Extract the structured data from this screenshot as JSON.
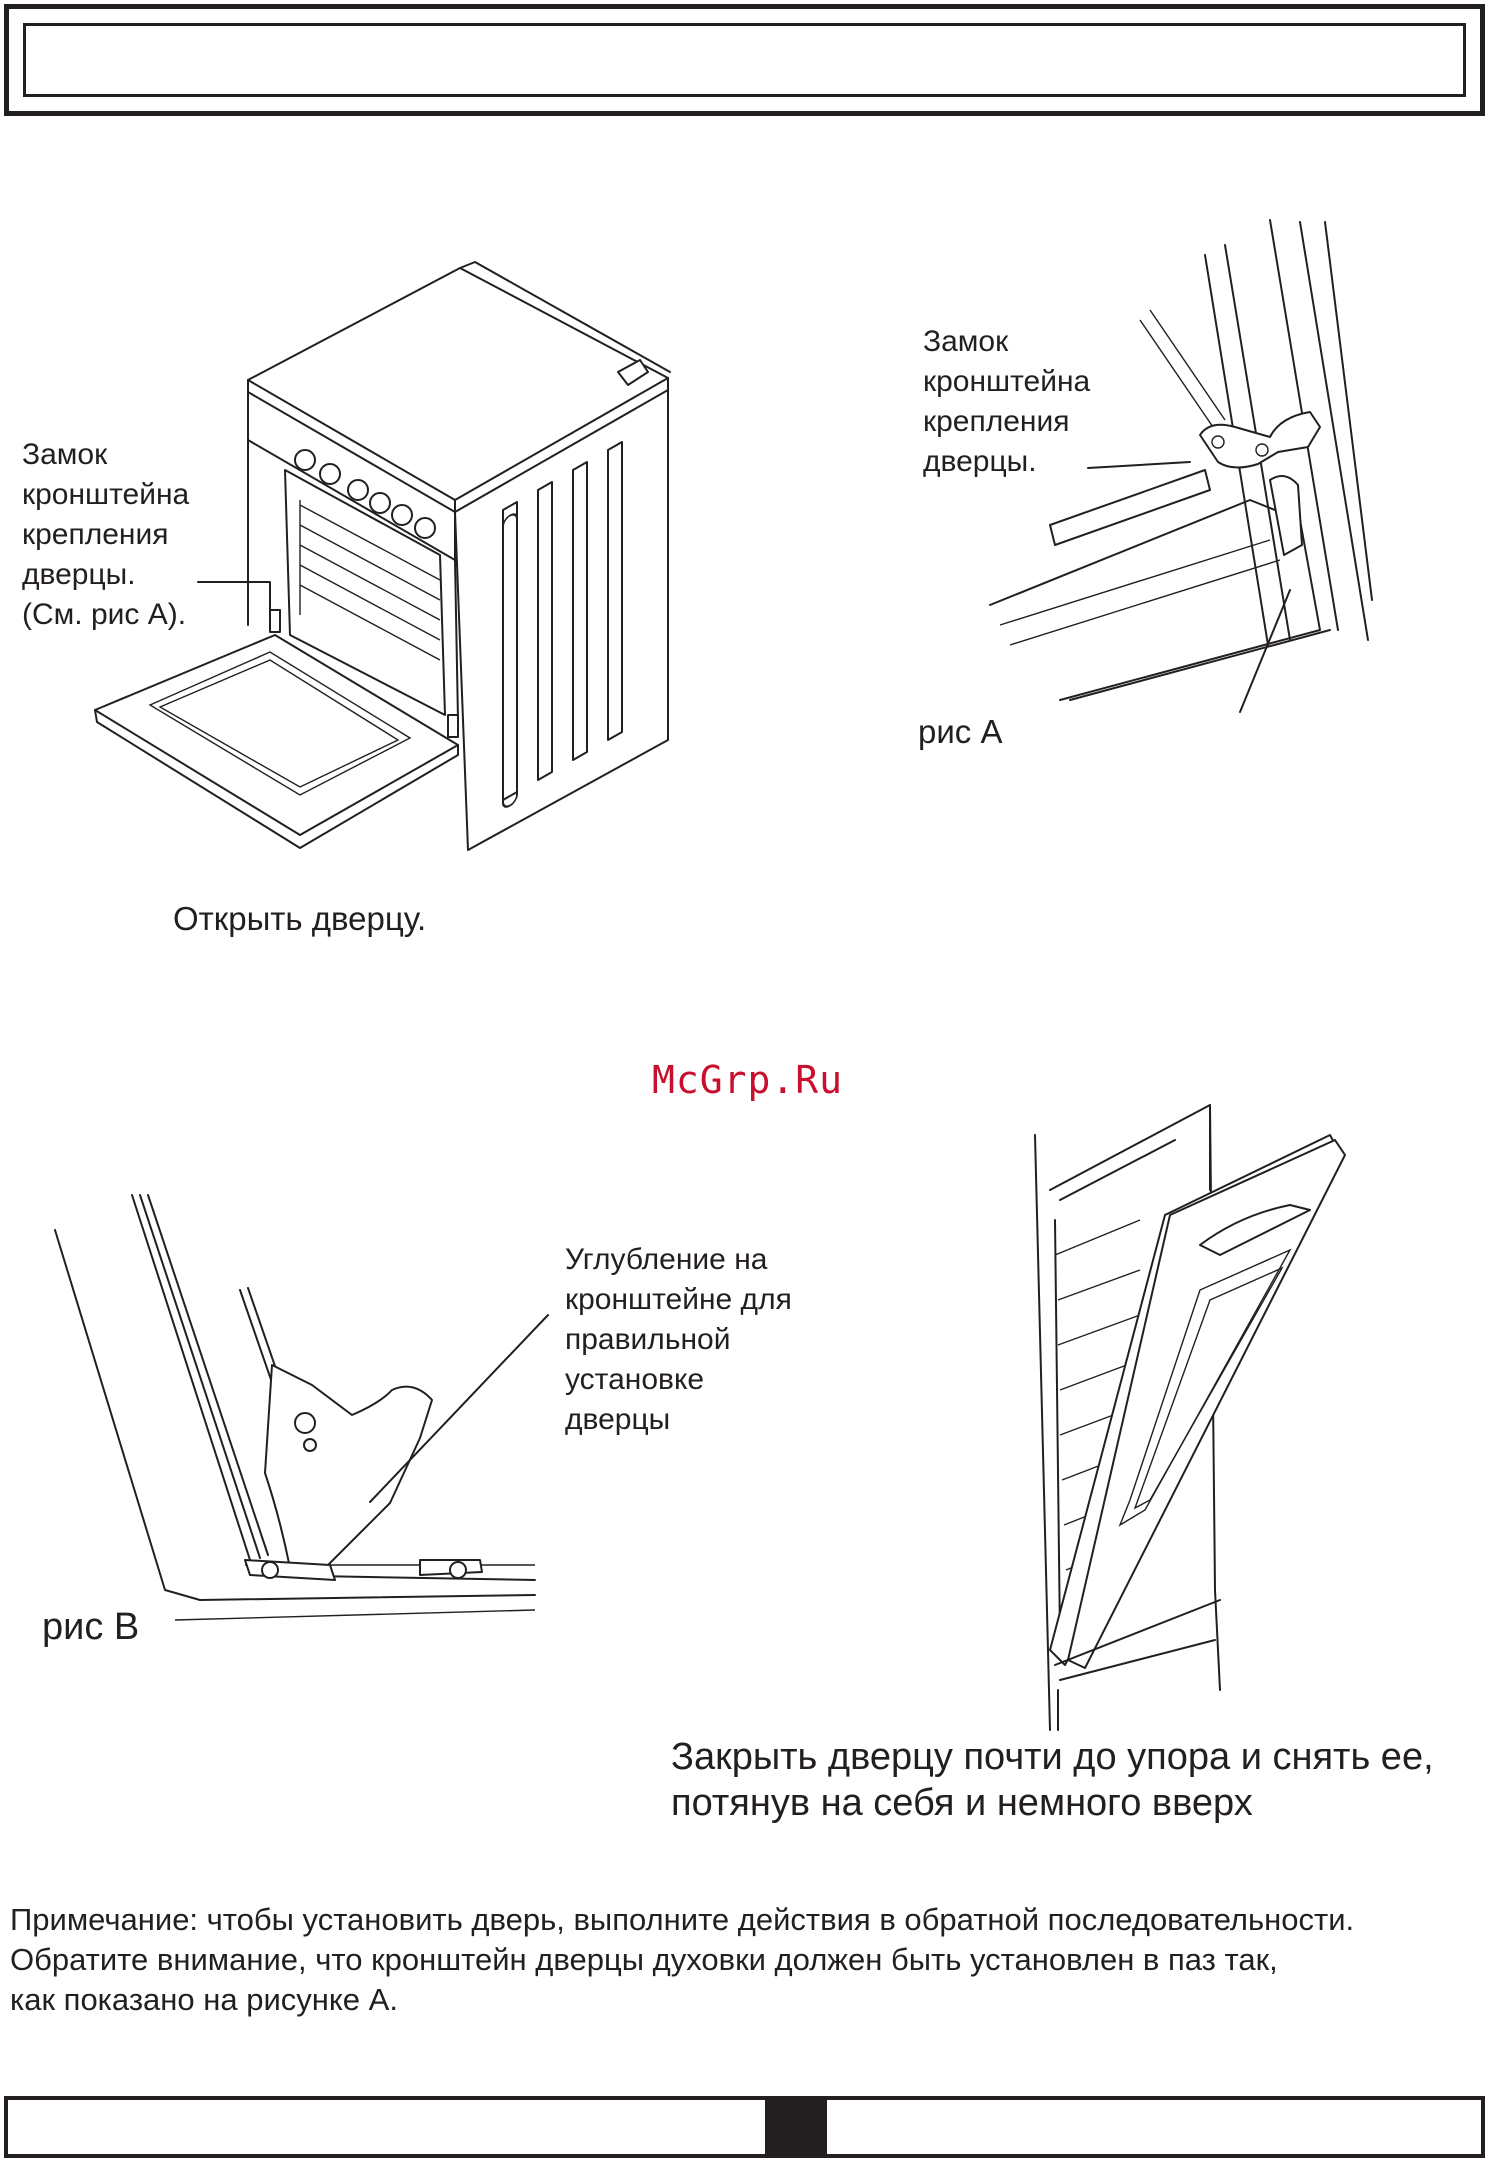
{
  "figure_1": {
    "callout": "Замок\nкронштейна\nкрепления\nдверцы.\n(См. рис А).",
    "caption": "Открыть дверцу."
  },
  "figure_a": {
    "callout": "Замок\nкронштейна\nкрепления\nдверцы.",
    "caption": "рис А"
  },
  "watermark": "McGrp.Ru",
  "figure_b": {
    "callout": "Углубление на\nкронштейне для\nправильной\nустановке\nдверцы",
    "caption": "рис В"
  },
  "figure_door": {
    "caption": "Закрыть дверцу почти до упора и снять ее,\nпотянув на себя и немного вверх"
  },
  "note": "Примечание: чтобы установить дверь, выполните действия в обратной последовательности.\nОбратите внимание, что  кронштейн   дверцы духовки должен быть  установлен в паз так,\nкак показано на рисунке А."
}
